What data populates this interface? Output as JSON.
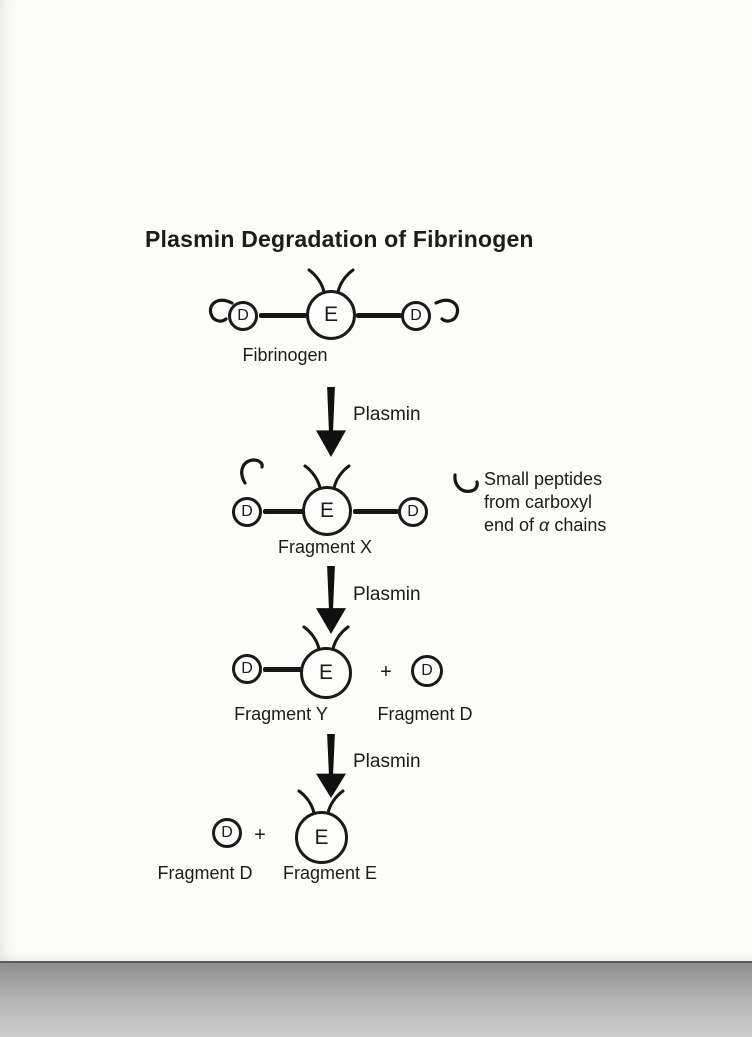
{
  "title": "Plasmin Degradation of Fibrinogen",
  "node_letters": {
    "d": "D",
    "e": "E"
  },
  "plus_sign": "+",
  "arrows": [
    {
      "label": "Plasmin"
    },
    {
      "label": "Plasmin"
    },
    {
      "label": "Plasmin"
    }
  ],
  "stages": {
    "fibrinogen": {
      "caption": "Fibrinogen"
    },
    "fragment_x": {
      "caption": "Fragment X",
      "annotation": {
        "line1": "Small peptides",
        "line2": "from carboxyl",
        "line3_pre": "end of ",
        "line3_alpha": "α",
        "line3_post": " chains"
      }
    },
    "fragment_y": {
      "caption": "Fragment Y",
      "caption_d": "Fragment D"
    },
    "final": {
      "caption_d": "Fragment D",
      "caption_e": "Fragment E"
    }
  }
}
